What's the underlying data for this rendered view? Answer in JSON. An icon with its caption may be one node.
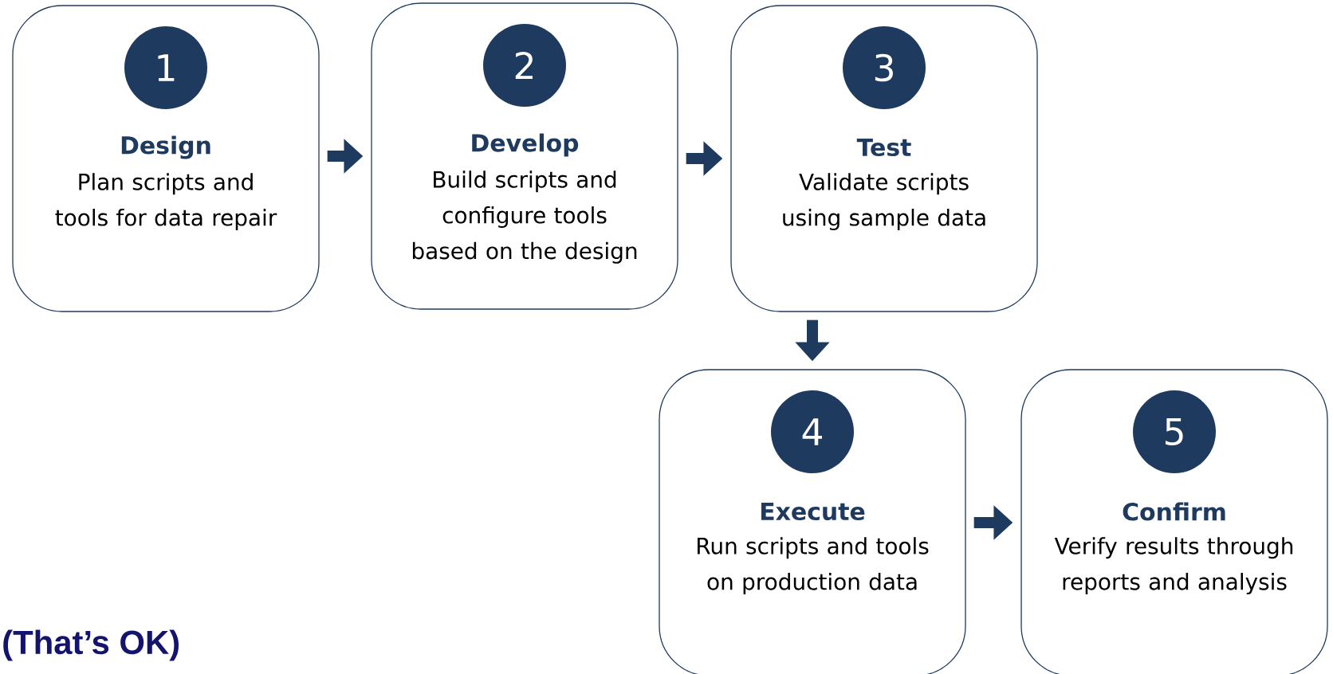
{
  "diagram": {
    "nodes": [
      {
        "text": [
          "1",
          "Design",
          "Plan scripts and tools for data repair"
        ]
      },
      {
        "text": [
          "2",
          "Develop",
          "Build scripts and configure tools based on the design"
        ]
      },
      {
        "text": [
          "3",
          "Test",
          "Validate scripts using sample data"
        ]
      },
      {
        "text": [
          "4",
          "Execute",
          "Run scripts and tools on production data"
        ]
      },
      {
        "text": [
          "5",
          "Confirm",
          "Verify results through reports and analysis"
        ]
      }
    ],
    "edges": [
      {
        "from": 0,
        "to": 1,
        "arrow": "to"
      },
      {
        "from": 1,
        "to": 2,
        "arrow": "to"
      },
      {
        "from": 2,
        "to": 3,
        "arrow": "to"
      },
      {
        "from": 3,
        "to": 4,
        "arrow": "to"
      }
    ],
    "labels": [
      "(That’s OK)"
    ]
  }
}
